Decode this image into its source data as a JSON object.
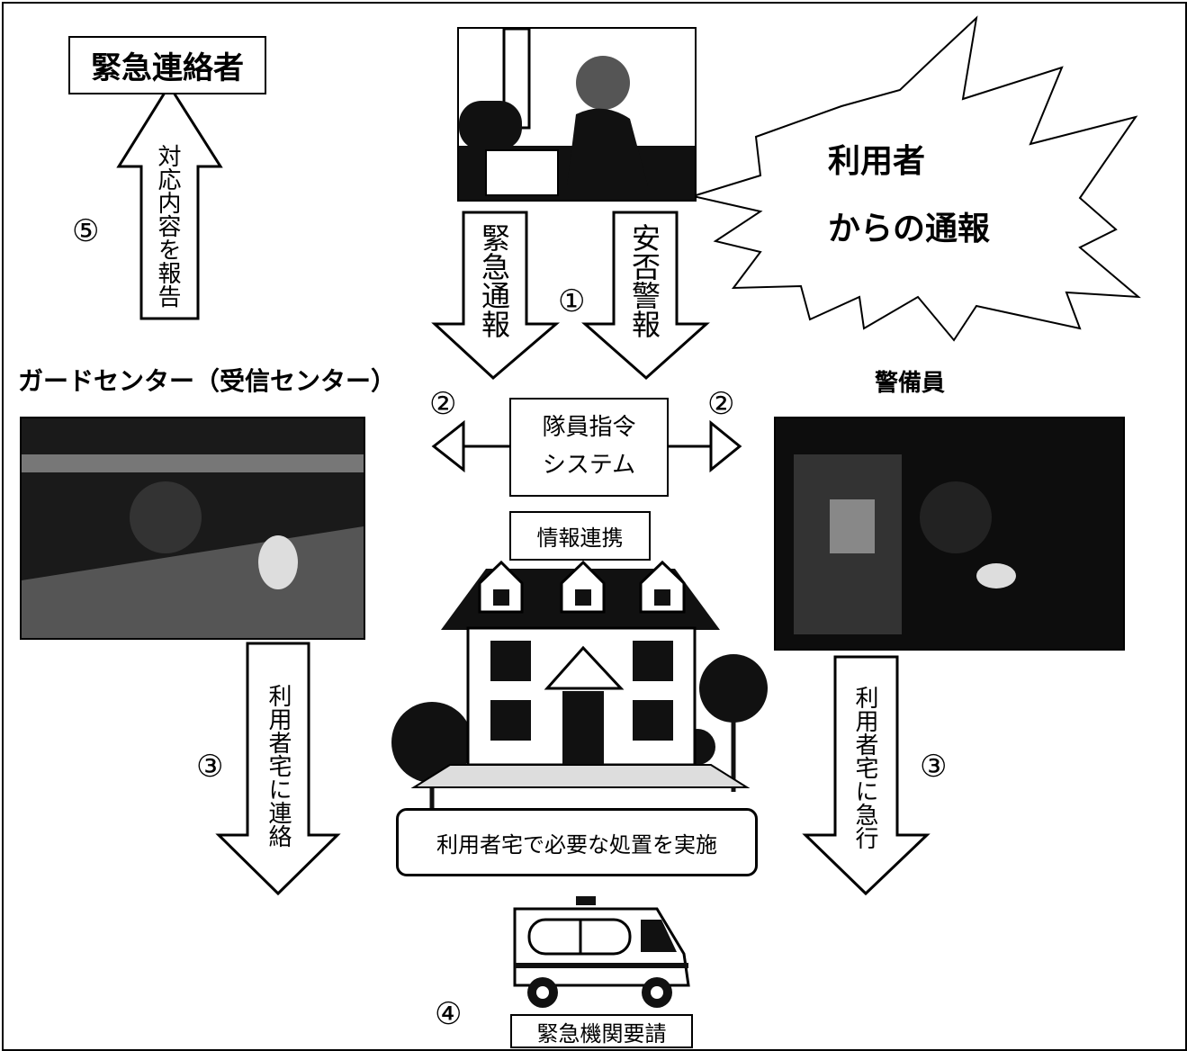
{
  "emergency_contact": "緊急連絡者",
  "report_arrow": "対応内容を報告",
  "step5": "⑤",
  "emergency_call_arrow": "緊急通報",
  "safety_alarm_arrow": "安否警報",
  "step1": "①",
  "user_report": {
    "line1": "利用者",
    "line2": "からの通報"
  },
  "guard_center_title": "ガードセンター（受信センター）",
  "guard_title": "警備員",
  "step2_left": "②",
  "step2_right": "②",
  "dispatch_system": {
    "line1": "隊員指令",
    "line2": "システム"
  },
  "info_link": "情報連携",
  "contact_home_arrow": "利用者宅に連絡",
  "rush_home_arrow": "利用者宅に急行",
  "step3_left": "③",
  "step3_right": "③",
  "action_at_home": "利用者宅で必要な処置を実施",
  "step4": "④",
  "emergency_request": "緊急機関要請"
}
